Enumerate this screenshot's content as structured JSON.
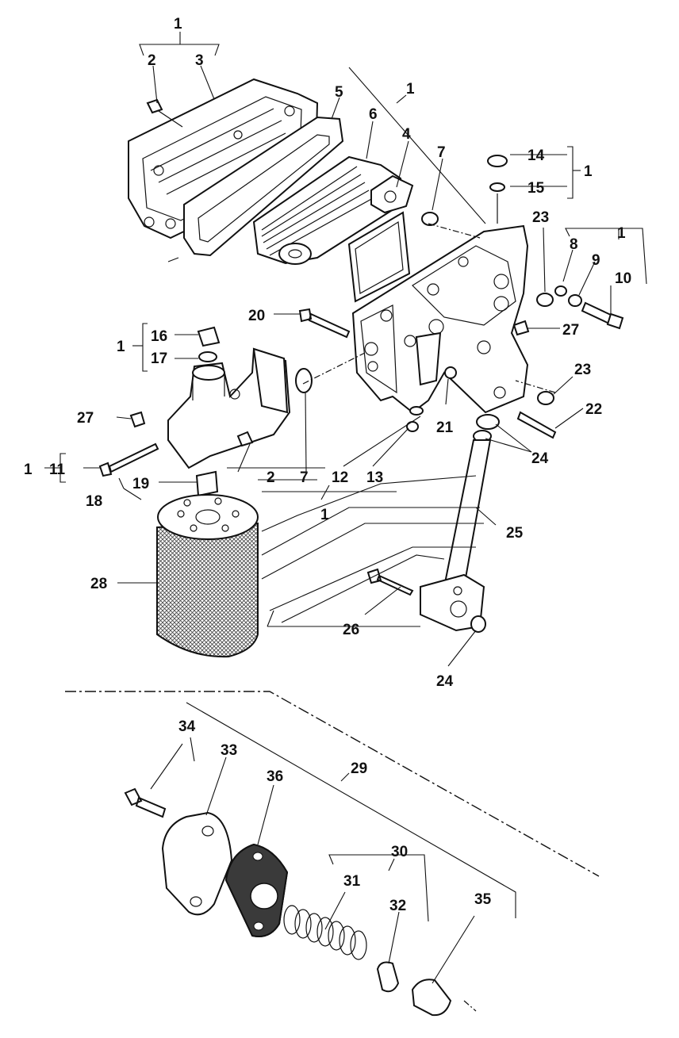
{
  "diagram": {
    "labels": {
      "l1_top": "1",
      "l2_top": "2",
      "l3": "3",
      "l5": "5",
      "l1_main": "1",
      "l6": "6",
      "l4": "4",
      "l7_top": "7",
      "l14": "14",
      "l1_r14": "1",
      "l15": "15",
      "l23_top": "23",
      "l1_r8": "1",
      "l8": "8",
      "l9": "9",
      "l10": "10",
      "l20": "20",
      "l27_r": "27",
      "l16": "16",
      "l1_left16": "1",
      "l17": "17",
      "l23_mid": "23",
      "l22": "22",
      "l27_l": "27",
      "l21": "21",
      "l24_mid": "24",
      "l1_left11": "1",
      "l11": "11",
      "l2_mid": "2",
      "l7_mid": "7",
      "l12": "12",
      "l13": "13",
      "l19": "19",
      "l18": "18",
      "l1_bottom": "1",
      "l25": "25",
      "l28": "28",
      "l26": "26",
      "l24_bot": "24",
      "l34": "34",
      "l33": "33",
      "l36": "36",
      "l29": "29",
      "l30": "30",
      "l31": "31",
      "l32": "32",
      "l35": "35"
    }
  }
}
